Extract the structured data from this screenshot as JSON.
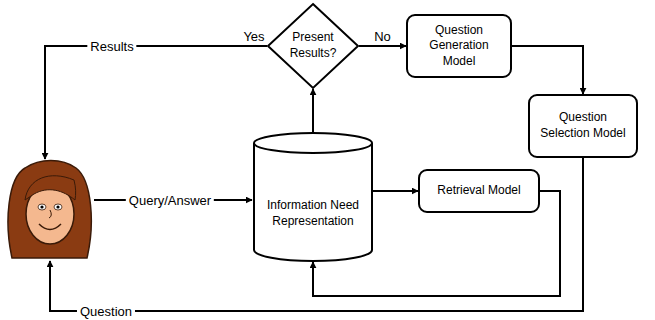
{
  "diagram": {
    "nodes": [
      {
        "text": [
          "Present Results?"
        ]
      },
      {
        "text": [
          "Question Generation Model"
        ]
      },
      {
        "text": [
          "Question Selection Model"
        ]
      },
      {
        "text": [
          "Information Need Representation"
        ]
      },
      {
        "text": [
          "Retrieval Model"
        ]
      }
    ],
    "edges": [
      {
        "from": 3,
        "to": 0,
        "arrow": "to"
      },
      {
        "from": 0,
        "to": 1,
        "label": "No",
        "arrow": "to"
      },
      {
        "from": 1,
        "to": 2,
        "arrow": "to"
      },
      {
        "from": 3,
        "to": 4,
        "arrow": "to"
      },
      {
        "from": 4,
        "to": 3,
        "arrow": "to"
      }
    ],
    "labels": [
      "Results",
      "Yes",
      "Query/Answer",
      "Question"
    ]
  }
}
